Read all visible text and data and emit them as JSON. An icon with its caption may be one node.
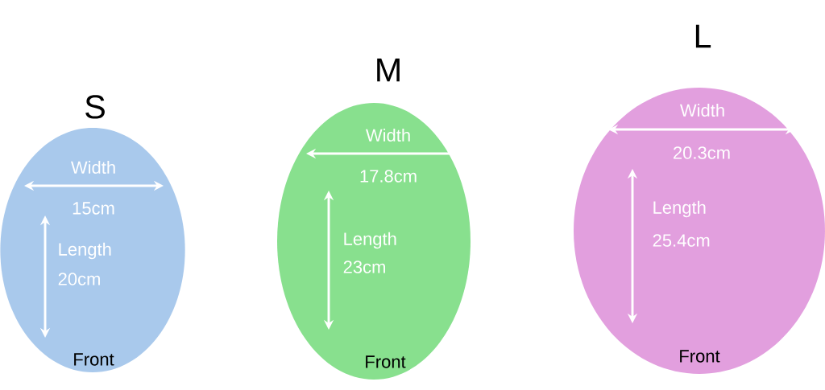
{
  "diagram": {
    "nodes": [
      {
        "text": [
          "S",
          "Width",
          "15cm",
          "Length",
          "20cm",
          "Front"
        ]
      },
      {
        "text": [
          "M",
          "Width",
          "17.8cm",
          "Length",
          "23cm",
          "Front"
        ]
      },
      {
        "text": [
          "L",
          "Width",
          "20.3cm",
          "Length",
          "25.4cm",
          "Front"
        ]
      }
    ]
  }
}
